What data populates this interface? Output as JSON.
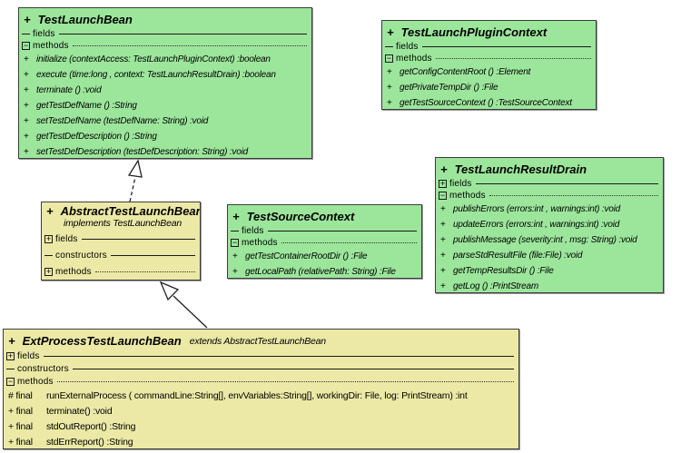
{
  "colors": {
    "class_green": "#9ce69c",
    "class_yellow": "#ece9a6",
    "box_border": "#3c3c3c",
    "line": "#222222",
    "canvas": "#ffffff"
  },
  "classes": [
    {
      "visibility": "+",
      "name": "TestLaunchBean",
      "annotation": "",
      "color": "green",
      "sections": [
        {
          "label": "fields",
          "icon": "dash-icon",
          "rule": "solid",
          "members": []
        },
        {
          "label": "methods",
          "icon": "minus-box-icon",
          "rule": "dotted",
          "members": [
            {
              "marker": "+",
              "text": "initialize (contextAccess: TestLaunchPluginContext) :boolean"
            },
            {
              "marker": "+",
              "text": "execute (time:long , context: TestLaunchResultDrain) :boolean"
            },
            {
              "marker": "+",
              "text": "terminate () :void"
            },
            {
              "marker": "+",
              "text": "getTestDefName () :String"
            },
            {
              "marker": "+",
              "text": "setTestDefName (testDefName: String) :void"
            },
            {
              "marker": "+",
              "text": "getTestDefDescription () :String"
            },
            {
              "marker": "+",
              "text": "setTestDefDescription (testDefDescription: String) :void"
            }
          ]
        }
      ]
    },
    {
      "visibility": "+",
      "name": "TestLaunchPluginContext",
      "annotation": "",
      "color": "green",
      "sections": [
        {
          "label": "fields",
          "icon": "dash-icon",
          "rule": "solid",
          "members": []
        },
        {
          "label": "methods",
          "icon": "minus-box-icon",
          "rule": "dotted",
          "members": [
            {
              "marker": "+",
              "text": "getConfigContentRoot () :Element"
            },
            {
              "marker": "+",
              "text": "getPrivateTempDir () :File"
            },
            {
              "marker": "+",
              "text": "getTestSourceContext () :TestSourceContext"
            }
          ]
        }
      ]
    },
    {
      "visibility": "+",
      "name": "TestLaunchResultDrain",
      "annotation": "",
      "color": "green",
      "sections": [
        {
          "label": "fields",
          "icon": "plus-box-icon",
          "rule": "solid",
          "members": []
        },
        {
          "label": "methods",
          "icon": "minus-box-icon",
          "rule": "dotted",
          "members": [
            {
              "marker": "+",
              "text": "publishErrors (errors:int , warnings:int) :void"
            },
            {
              "marker": "+",
              "text": "updateErrors (errors:int , warnings:int) :void"
            },
            {
              "marker": "+",
              "text": "publishMessage (severity:int , msg: String) :void"
            },
            {
              "marker": "+",
              "text": "parseStdResultFile (file:File) :void"
            },
            {
              "marker": "+",
              "text": "getTempResultsDir () :File"
            },
            {
              "marker": "+",
              "text": "getLog () :PrintStream"
            }
          ]
        }
      ]
    },
    {
      "visibility": "+",
      "name": "AbstractTestLaunchBean",
      "annotation": "implements TestLaunchBean",
      "color": "yellow",
      "sections": [
        {
          "label": "fields",
          "icon": "plus-box-icon",
          "rule": "solid",
          "members": []
        },
        {
          "label": "constructors",
          "icon": "dash-icon",
          "rule": "solid",
          "members": []
        },
        {
          "label": "methods",
          "icon": "plus-box-icon",
          "rule": "dotted",
          "members": []
        }
      ]
    },
    {
      "visibility": "+",
      "name": "TestSourceContext",
      "annotation": "",
      "color": "green",
      "sections": [
        {
          "label": "fields",
          "icon": "dash-icon",
          "rule": "solid",
          "members": []
        },
        {
          "label": "methods",
          "icon": "minus-box-icon",
          "rule": "dotted",
          "members": [
            {
              "marker": "+",
              "text": "getTestContainerRootDir () :File"
            },
            {
              "marker": "+",
              "text": "getLocalPath (relativePath: String) :File"
            }
          ]
        }
      ]
    },
    {
      "visibility": "+",
      "name": "ExtProcessTestLaunchBean",
      "annotation": "extends AbstractTestLaunchBean",
      "color": "yellow",
      "sections": [
        {
          "label": "fields",
          "icon": "plus-box-icon",
          "rule": "solid",
          "members": []
        },
        {
          "label": "constructors",
          "icon": "dash-icon",
          "rule": "solid",
          "members": []
        },
        {
          "label": "methods",
          "icon": "minus-box-icon",
          "rule": "dotted",
          "members": [
            {
              "marker": "# final",
              "text": "runExternalProcess ( commandLine:String[], envVariables:String[], workingDir: File, log: PrintStream) :int"
            },
            {
              "marker": "+ final",
              "text": "terminate() :void"
            },
            {
              "marker": "+ final",
              "text": "stdOutReport() :String"
            },
            {
              "marker": "+ final",
              "text": "stdErrReport() :String"
            }
          ]
        }
      ]
    }
  ],
  "relationships": [
    {
      "type": "realization",
      "from": "AbstractTestLaunchBean",
      "to": "TestLaunchBean",
      "line": "dashed",
      "arrowhead": "hollow-triangle"
    },
    {
      "type": "generalization",
      "from": "ExtProcessTestLaunchBean",
      "to": "AbstractTestLaunchBean",
      "line": "solid",
      "arrowhead": "hollow-triangle"
    }
  ]
}
